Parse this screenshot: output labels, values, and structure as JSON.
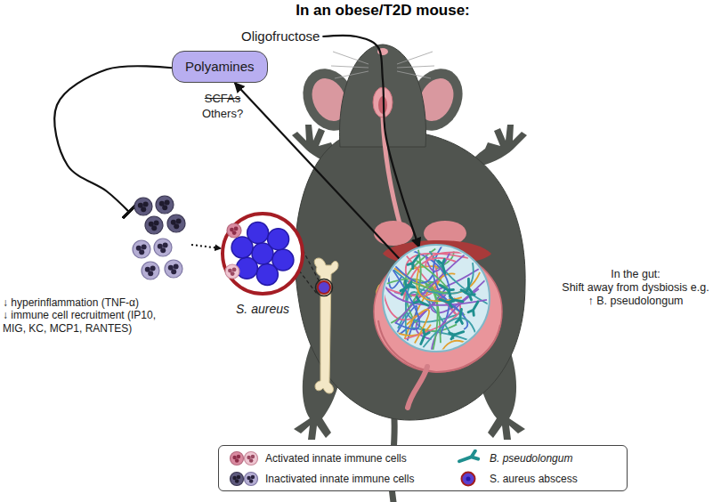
{
  "diagram": {
    "title": "In an obese/T2D mouse:",
    "nodes": [
      {
        "text": [
          "Oligofructose"
        ]
      },
      {
        "text": [
          "Polyamines"
        ]
      },
      {
        "text": [
          "↓ hyperinflammation (TNF-α)",
          "↓ immune cell recruitment (IP10, MIG, KC, MCP1, RANTES)"
        ]
      },
      {
        "text": [
          "S. aureus"
        ]
      },
      {
        "text": [
          "In the gut:",
          "Shift away from dysbiosis e.g. ↑ B. pseudolongum"
        ]
      }
    ],
    "edges": [
      {
        "from": 0,
        "to": 4,
        "arrow": "to"
      },
      {
        "from": 4,
        "to": 1,
        "arrow": "to"
      },
      {
        "from": 1,
        "to": 2,
        "arrow": "to"
      },
      {
        "from": 2,
        "to": 3,
        "arrow": "to"
      }
    ],
    "labels": [
      "SCFAs",
      "Others?"
    ],
    "legend": [
      {
        "text": "Activated innate immune cells"
      },
      {
        "text": "Inactivated innate immune cells"
      },
      {
        "text": "B. pseudolongum"
      },
      {
        "text": "S. aureus abscess"
      }
    ]
  }
}
